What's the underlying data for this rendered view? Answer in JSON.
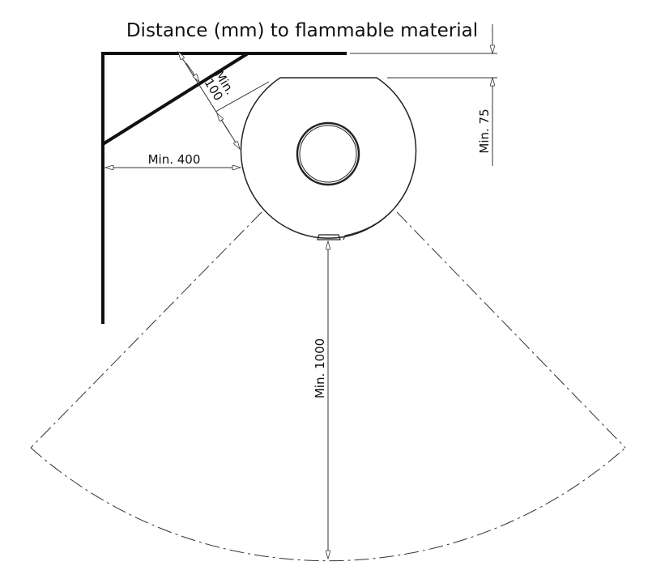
{
  "title": "Distance (mm) to flammable material",
  "dimensions": {
    "side_wall": "Min. 400",
    "corner_line": "Min.",
    "corner_value": "100",
    "rear": "Min. 75",
    "front": "Min. 1000"
  },
  "colors": {
    "line": "#111111",
    "background": "#ffffff"
  }
}
